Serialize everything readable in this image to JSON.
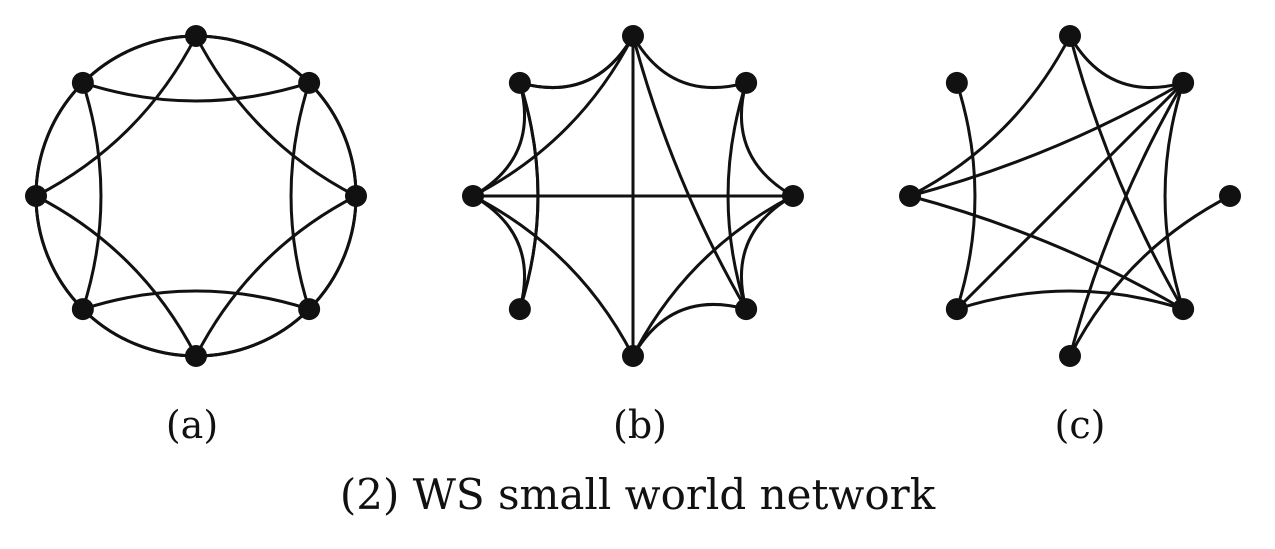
{
  "figure": {
    "caption": "(2) WS small world network",
    "stroke_color": "#111111",
    "panels": [
      {
        "id": "a",
        "label": "(a)",
        "nodes": 8,
        "edges": [
          [
            0,
            1
          ],
          [
            1,
            2
          ],
          [
            2,
            3
          ],
          [
            3,
            4
          ],
          [
            4,
            5
          ],
          [
            5,
            6
          ],
          [
            6,
            7
          ],
          [
            7,
            0
          ],
          [
            0,
            2
          ],
          [
            1,
            3
          ],
          [
            2,
            4
          ],
          [
            3,
            5
          ],
          [
            4,
            6
          ],
          [
            5,
            7
          ],
          [
            6,
            0
          ],
          [
            7,
            1
          ]
        ]
      },
      {
        "id": "b",
        "label": "(b)",
        "nodes": 8,
        "edges": [
          [
            0,
            1
          ],
          [
            1,
            2
          ],
          [
            2,
            3
          ],
          [
            3,
            4
          ],
          [
            5,
            6
          ],
          [
            6,
            7
          ],
          [
            7,
            0
          ],
          [
            0,
            3
          ],
          [
            0,
            7
          ],
          [
            0,
            6
          ],
          [
            0,
            4
          ],
          [
            1,
            3
          ],
          [
            2,
            4
          ],
          [
            5,
            7
          ],
          [
            6,
            4
          ],
          [
            6,
            2
          ],
          [
            7,
            5
          ]
        ]
      },
      {
        "id": "c",
        "label": "(c)",
        "nodes": 8,
        "edges": [
          [
            0,
            6
          ],
          [
            0,
            3
          ],
          [
            0,
            1
          ],
          [
            1,
            6
          ],
          [
            1,
            5
          ],
          [
            1,
            3
          ],
          [
            1,
            4
          ],
          [
            2,
            4
          ],
          [
            6,
            3
          ],
          [
            7,
            5
          ],
          [
            5,
            3
          ]
        ]
      }
    ]
  }
}
